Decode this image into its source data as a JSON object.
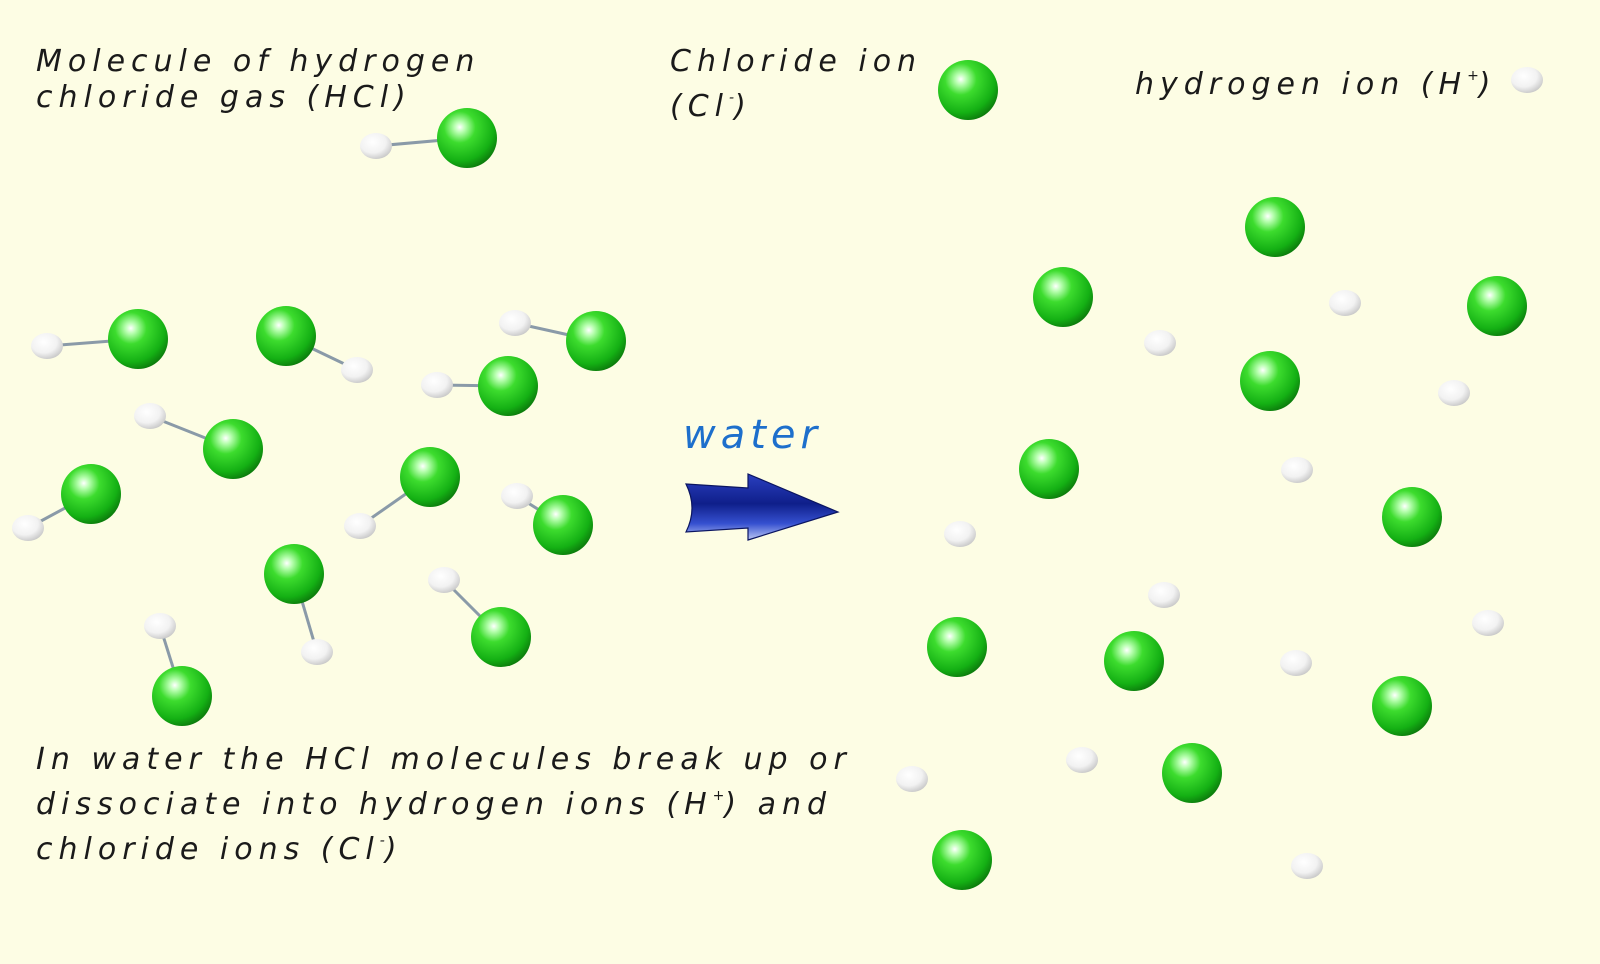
{
  "labels": {
    "hcl_line1": "Molecule of hydrogen",
    "hcl_line2": "chloride gas (HCl)",
    "chloride_line1": "Chloride ion",
    "chloride_line2_pre": "(Cl",
    "chloride_line2_sup": "-",
    "chloride_line2_post": ")",
    "hydrogen_pre": "hydrogen ion (H",
    "hydrogen_sup": "+",
    "hydrogen_post": ")",
    "water": "water",
    "desc_line1": "In water the HCl molecules break up or",
    "desc_line2_pre": "dissociate into hydrogen ions (H",
    "desc_line2_sup": "+",
    "desc_line2_post": ") and",
    "desc_line3_pre": "chloride ions (Cl",
    "desc_line3_sup": "-",
    "desc_line3_post": ")"
  },
  "colors": {
    "background": "#fdfde4",
    "chlorine": "#1fc21f",
    "hydrogen": "#f4f4f4",
    "bond": "#8a9aa8",
    "arrow": "#1a2a9a",
    "water_text": "#1d6fcc"
  }
}
